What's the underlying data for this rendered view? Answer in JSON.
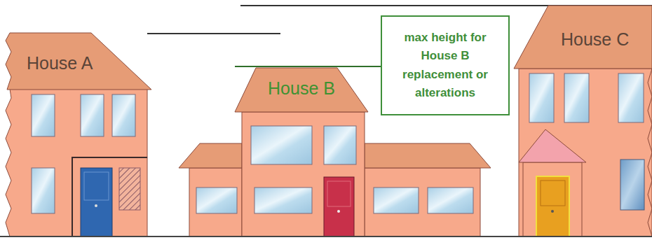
{
  "diagram": {
    "nodes": [
      {
        "text": [
          "House A"
        ]
      },
      {
        "text": [
          "House B"
        ]
      },
      {
        "text": [
          "max height for House B replacement or alterations"
        ]
      },
      {
        "text": [
          "House C"
        ]
      }
    ]
  }
}
